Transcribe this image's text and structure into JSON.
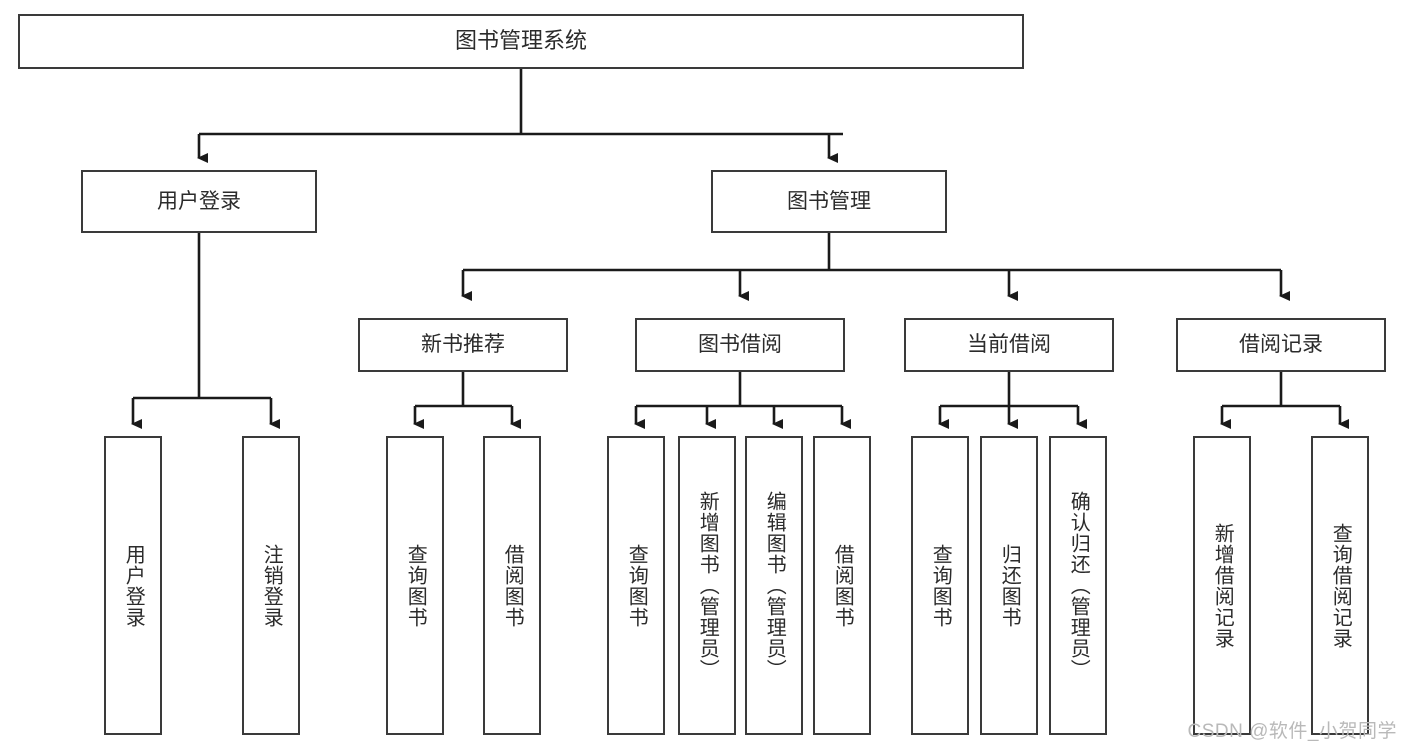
{
  "diagram": {
    "title": "图书管理系统",
    "type": "tree-hierarchy-diagram",
    "watermark": "CSDN @软件_小贺同学",
    "colors": {
      "box_border": "#3a3a3a",
      "box_fill": "#ffffff",
      "connector": "#1a1a1a",
      "text": "#2b2b2b",
      "watermark": "#b9b9b9",
      "background": "#ffffff"
    },
    "root": {
      "label": "图书管理系统"
    },
    "level2": [
      {
        "label": "用户登录"
      },
      {
        "label": "图书管理"
      }
    ],
    "level3": [
      {
        "label": "新书推荐"
      },
      {
        "label": "图书借阅"
      },
      {
        "label": "当前借阅"
      },
      {
        "label": "借阅记录"
      }
    ],
    "leaves": {
      "user_login": [
        {
          "label": "用户登录"
        },
        {
          "label": "注销登录"
        }
      ],
      "new_book_recommend": [
        {
          "label": "查询图书"
        },
        {
          "label": "借阅图书"
        }
      ],
      "book_borrow": [
        {
          "label": "查询图书"
        },
        {
          "label": "新增图书（管理员）"
        },
        {
          "label": "编辑图书（管理员）"
        },
        {
          "label": "借阅图书"
        }
      ],
      "current_borrow": [
        {
          "label": "查询图书"
        },
        {
          "label": "归还图书"
        },
        {
          "label": "确认归还（管理员）"
        }
      ],
      "borrow_record": [
        {
          "label": "新增借阅记录"
        },
        {
          "label": "查询借阅记录"
        }
      ]
    }
  }
}
